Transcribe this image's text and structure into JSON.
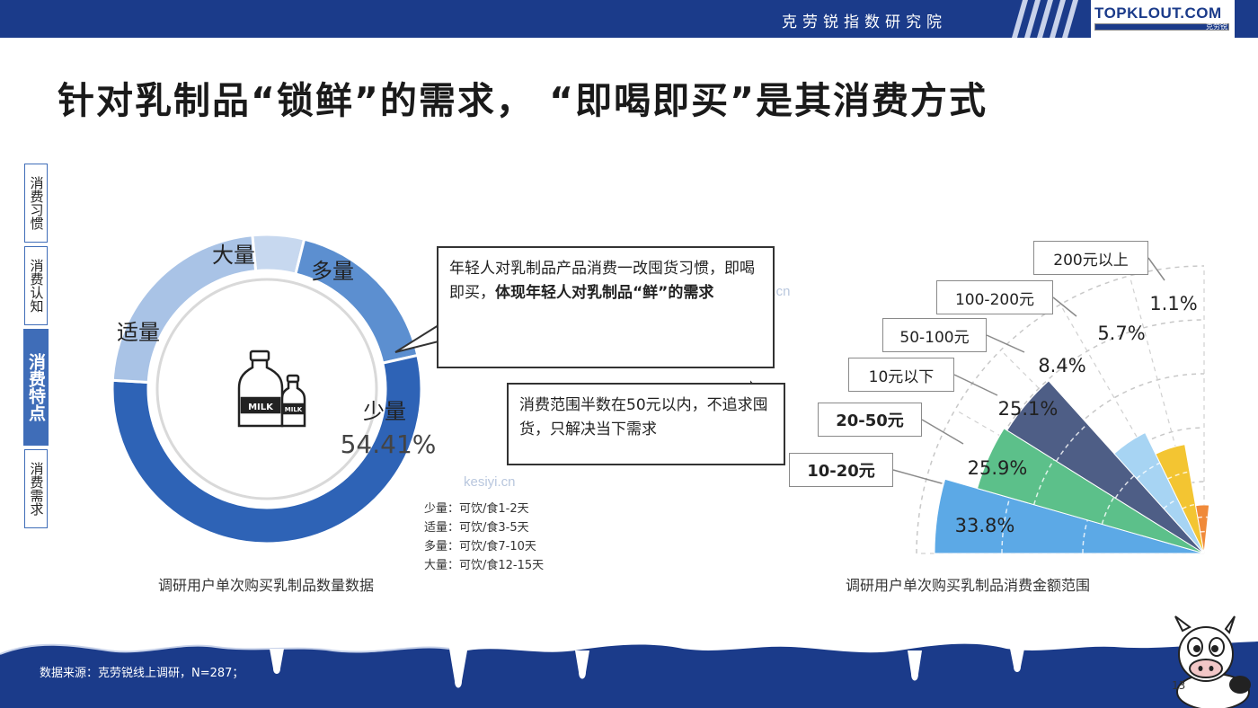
{
  "header": {
    "institute": "克劳锐指数研究院",
    "logo_brand": "TOPKLOUT.COM",
    "logo_sub": "克劳锐"
  },
  "title": "针对乳制品“锁鲜”的需求， “即喝即买”是其消费方式",
  "sidenav": {
    "items": [
      {
        "label": "消费习惯",
        "active": false
      },
      {
        "label": "消费认知",
        "active": false
      },
      {
        "label": "消费特点",
        "active": true
      },
      {
        "label": "消费需求",
        "active": false
      }
    ]
  },
  "callout_top": {
    "text": "年轻人对乳制品产品消费一改囤货习惯，即喝即买，",
    "bold": "体现年轻人对乳制品“鲜”的需求"
  },
  "callout_bottom": {
    "text": "消费范围半数在50元以内，不追求囤货，只解决当下需求"
  },
  "donut_icon_label": "MILK",
  "legend": [
    "少量：可饮/食1-2天",
    "适量：可饮/食3-5天",
    "多量：可饮/食7-10天",
    "大量：可饮/食12-15天"
  ],
  "captions": {
    "left": "调研用户单次购买乳制品数量数据",
    "right": "调研用户单次购买乳制品消费金额范围"
  },
  "source": "数据来源：克劳锐线上调研，N=287；",
  "page_number": "13",
  "watermark": "kesiyi.cn",
  "colors": {
    "primary_dark": "#1b3b8a",
    "donut_small": "#2e63b6",
    "donut_medium": "#a9c3e6",
    "donut_more": "#5c8fd0",
    "donut_large": "#c7d8ef",
    "fan_10_20": "#5ca9e6",
    "fan_20_50": "#5cc08a",
    "fan_10_below": "#4e5e86",
    "fan_50_100": "#a7d4f3",
    "fan_100_200": "#f3c532",
    "fan_200_up": "#f08a3a"
  },
  "chart_data": [
    {
      "type": "pie",
      "variant": "donut",
      "categories": [
        "少量",
        "适量",
        "多量",
        "大量"
      ],
      "values": [
        54.41,
        null,
        null,
        null
      ],
      "value_labels": [
        "54.41%",
        "",
        "",
        ""
      ],
      "title": ""
    },
    {
      "type": "pie",
      "variant": "rose",
      "categories": [
        "10-20元",
        "20-50元",
        "10元以下",
        "50-100元",
        "100-200元",
        "200元以上"
      ],
      "values": [
        33.8,
        25.9,
        25.1,
        8.4,
        5.7,
        1.1
      ],
      "value_labels": [
        "33.8%",
        "25.9%",
        "25.1%",
        "8.4%",
        "5.7%",
        "1.1%"
      ],
      "title": ""
    }
  ]
}
